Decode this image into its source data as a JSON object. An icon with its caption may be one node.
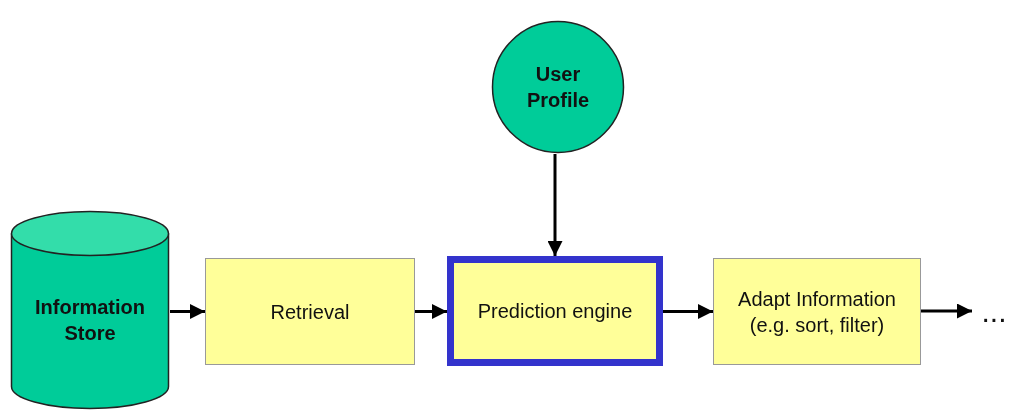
{
  "diagram": {
    "nodes": [
      {
        "text": [
          "User Profile"
        ]
      },
      {
        "text": [
          "Information Store"
        ]
      },
      {
        "text": [
          "Retrieval"
        ]
      },
      {
        "text": [
          "Prediction engine"
        ]
      },
      {
        "text": [
          "Adapt Information (e.g. sort, filter)"
        ]
      },
      {
        "text": [
          "..."
        ]
      }
    ],
    "edges": [
      {
        "from": 0,
        "to": 3,
        "arrow": "to"
      },
      {
        "from": 1,
        "to": 2,
        "arrow": "to"
      },
      {
        "from": 2,
        "to": 3,
        "arrow": "to"
      },
      {
        "from": 3,
        "to": 4,
        "arrow": "to"
      },
      {
        "from": 4,
        "to": 5,
        "arrow": "to"
      }
    ]
  }
}
